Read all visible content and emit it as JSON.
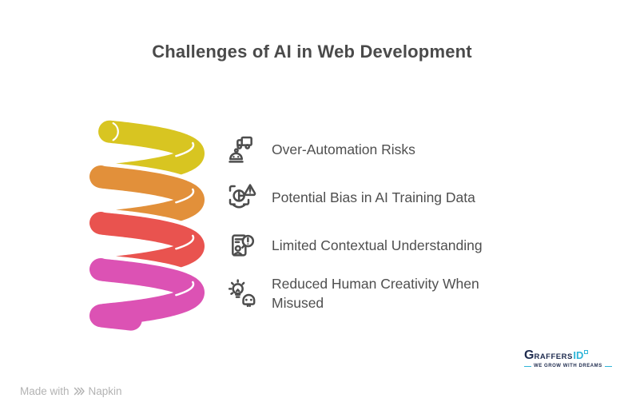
{
  "title": "Challenges of AI in Web Development",
  "items": [
    {
      "label": "Over-Automation Risks",
      "icon": "robot-delivery-icon"
    },
    {
      "label": "Potential Bias in AI Training Data",
      "icon": "face-scan-warning-icon"
    },
    {
      "label": "Limited Contextual Understanding",
      "icon": "document-alert-icon"
    },
    {
      "label": "Reduced Human Creativity When Misused",
      "icon": "bulb-skull-icon"
    }
  ],
  "spiral": {
    "type": "coil",
    "colors": [
      "#d8c521",
      "#e2903a",
      "#e9534f",
      "#dc52b4"
    ]
  },
  "footer": {
    "made_with": "Made with",
    "brand": "Napkin"
  },
  "logo": {
    "primary_initial": "G",
    "primary_rest": "RAFFERS",
    "secondary": "ID",
    "tagline": "WE GROW WITH DREAMS",
    "colors": {
      "primary": "#1e2b4e",
      "secondary": "#2fb5d8"
    }
  }
}
